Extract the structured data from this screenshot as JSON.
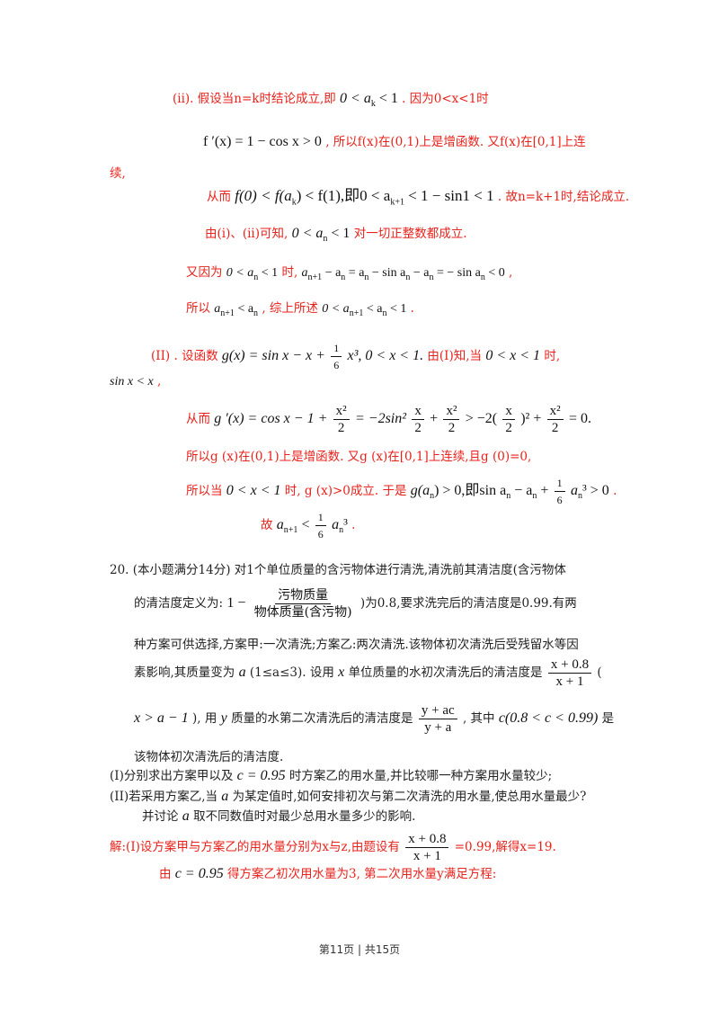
{
  "lines": {
    "l1a": "(ii). 假设当n=k时结论成立,即",
    "l1m": "0 < a",
    "l1sub": "k",
    "l1m2": " < 1",
    "l1b": ". 因为0<x<1时",
    "l2m": "f ′(x) = 1 − cos x > 0",
    "l2b": ", 所以f(x)在(0,1)上是增函数. 又f(x)在[0,1]上连",
    "l3": "续,",
    "l4a": "从而",
    "l4m": "f(0) < f(a",
    "l4sub": "k",
    "l4m2": ") < f(1),即0 < a",
    "l4sub2": "k+1",
    "l4m3": " < 1 − sin1 < 1",
    "l4b": ". 故n=k+1时,结论成立.",
    "l5a": "由(i)、(ii)可知,",
    "l5m": "0 < a",
    "l5sub": "n",
    "l5m2": " < 1",
    "l5b": "对一切正整数都成立.",
    "l6a": "又因为",
    "l6m": "0 < a",
    "l6sub": "n",
    "l6m2": " < 1",
    "l6b": "时,",
    "l6m3": "a",
    "l6sub2": "n+1",
    "l6m4": " − a",
    "l6sub3": "n",
    "l6m5": " = a",
    "l6sub4": "n",
    "l6m6": " − sin a",
    "l6sub5": "n",
    "l6m7": " − a",
    "l6sub6": "n",
    "l6m8": " = − sin a",
    "l6sub7": "n",
    "l6m9": " < 0",
    "l6c": ",",
    "l7a": "所以",
    "l7m": "a",
    "l7sub": "n+1",
    "l7m2": " < a",
    "l7sub2": "n",
    "l7b": ", 综上所述",
    "l7m3": "0 < a",
    "l7sub3": "n+1",
    "l7m4": " < a",
    "l7sub4": "n",
    "l7m5": " < 1",
    "l7c": ".",
    "l8a": "(II) . 设函数",
    "l8m": "g(x) = sin x − x +",
    "l8fn": "1",
    "l8fd": "6",
    "l8m2": "x³,  0 < x < 1.",
    "l8b": "由(I)知,当",
    "l8m3": "0 < x < 1",
    "l8c": "时,",
    "l9m": "sin x < x",
    "l9b": ",",
    "l10a": "从而",
    "l10m": "g ′(x) = cos x − 1 +",
    "l10f1n": "x²",
    "l10f1d": "2",
    "l10m2": "= −2sin²",
    "l10f2n": "x",
    "l10f2d": "2",
    "l10m3": "+",
    "l10f3n": "x²",
    "l10f3d": "2",
    "l10m4": "> −2(",
    "l10f4n": "x",
    "l10f4d": "2",
    "l10m5": ")² +",
    "l10f5n": "x²",
    "l10f5d": "2",
    "l10m6": "= 0.",
    "l11": "所以g (x)在(0,1)上是增函数. 又g (x)在[0,1]上连续,且g (0)=0,",
    "l12a": "所以当",
    "l12m": "0 < x < 1",
    "l12b": "时, g (x)>0成立. 于是",
    "l12m2": "g(a",
    "l12sub": "n",
    "l12m3": ") > 0,即sin a",
    "l12sub2": "n",
    "l12m4": " − a",
    "l12sub3": "n",
    "l12m5": " +",
    "l12fn": "1",
    "l12fd": "6",
    "l12m6": "a",
    "l12sub4": "n",
    "l12m7": "³ > 0",
    "l12c": ".",
    "l13a": "故",
    "l13m": "a",
    "l13sub": "n+1",
    "l13m2": " <",
    "l13fn": "1",
    "l13fd": "6",
    "l13m3": "a",
    "l13sub2": "n",
    "l13m4": "³",
    "l13b": ".",
    "p20a": "20.   (本小题满分14分) 对1个单位质量的含污物体进行清洗,清洗前其清洁度(含污物体",
    "p20b1": "的清洁度定义为:",
    "p20bm": "1 −",
    "p20bfn": "污物质量",
    "p20bfd": "物体质量(含污物)",
    "p20b2": ")为0.8,要求洗完后的清洁度是0.99.有两",
    "p20c": "种方案可供选择,方案甲:一次清洗;方案乙:两次清洗.该物体初次清洗后受残留水等因",
    "p20d1": "素影响,其质量变为",
    "p20dm": "a",
    "p20d2": "(1≤a≤3). 设用",
    "p20dm2": "x",
    "p20d3": "单位质量的水初次清洗后的清洁度是",
    "p20dfn": "x + 0.8",
    "p20dfd": "x + 1",
    "p20d4": "(",
    "p20em": "x > a − 1",
    "p20e1": "), 用",
    "p20em2": "y",
    "p20e2": "质量的水第二次清洗后的清洁度是",
    "p20efn": "y + ac",
    "p20efd": "y + a",
    "p20e3": ", 其中",
    "p20em3": "c(0.8 < c < 0.99)",
    "p20e4": "是",
    "p20f": "该物体初次清洗后的清洁度.",
    "p20g1": "(I)分别求出方案甲以及",
    "p20gm": "c = 0.95",
    "p20g2": "时方案乙的用水量,并比较哪一种方案用水量较少;",
    "p20h1": "(II)若采用方案乙,当",
    "p20hm": "a",
    "p20h2": "为某定值时,如何安排初次与第二次清洗的用水量,使总用水量最少?",
    "p20i1": "并讨论",
    "p20im": "a",
    "p20i2": "取不同数值时对最少总用水量多少的影响.",
    "s1a": "解:(I)设方案甲与方案乙的用水量分别为x与z,由题设有",
    "s1fn": "x + 0.8",
    "s1fd": "x + 1",
    "s1b": "=0.99,解得x=19.",
    "s2a": "由",
    "s2m": "c = 0.95",
    "s2b": "得方案乙初次用水量为3, 第二次用水量y满足方程:"
  },
  "footer": "第11页  |  共15页"
}
